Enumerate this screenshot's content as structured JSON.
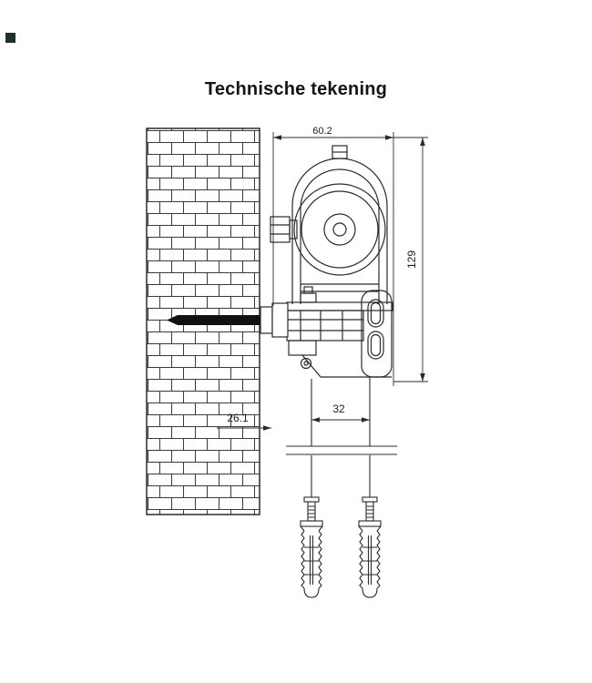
{
  "page": {
    "title": "Technische tekening"
  },
  "drawing": {
    "dimensions": {
      "top_width": "60.2",
      "right_height": "129",
      "wall_offset": "26.1",
      "bolt_spacing": "32"
    },
    "colors": {
      "line": "#2b2b2b",
      "bolt_fill": "#111111",
      "background": "#ffffff",
      "corner_mark": "#1d3125"
    }
  }
}
